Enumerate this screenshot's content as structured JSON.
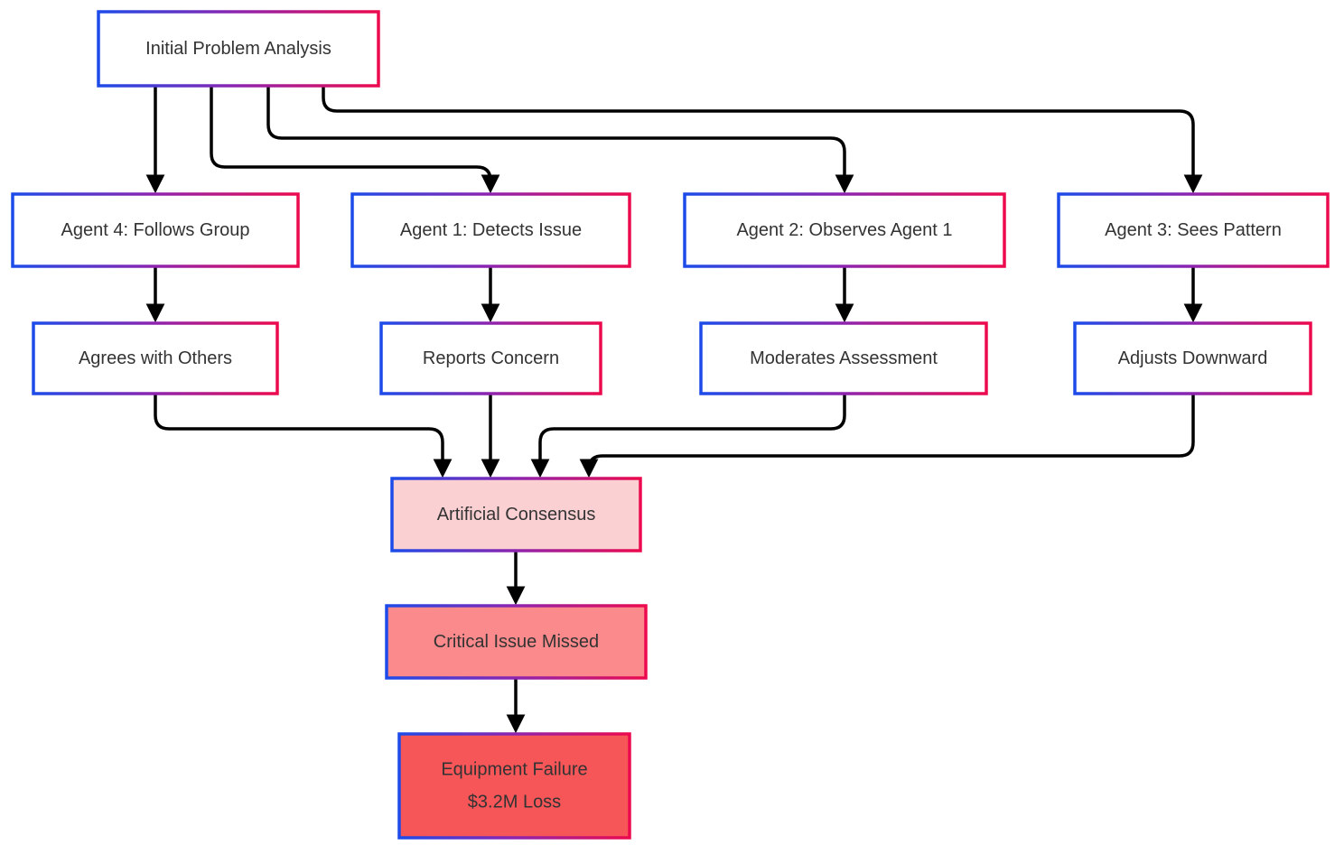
{
  "diagram": {
    "type": "flowchart",
    "direction": "top-down",
    "background_color": "#ffffff",
    "colors": {
      "border_gradient_start": "#1d4be9",
      "border_gradient_mid": "#8e24ae",
      "border_gradient_end": "#ec0a4e",
      "edge_color": "#000000",
      "text_color": "#333333",
      "fill_default": "#ffffff",
      "fill_consensus": "#fbd0d3",
      "fill_missed": "#fa8a8b",
      "fill_failure": "#f65658"
    },
    "nodes": [
      {
        "id": "ipa",
        "lines": [
          "Initial Problem Analysis"
        ],
        "fill": "default"
      },
      {
        "id": "a4",
        "lines": [
          "Agent 4: Follows Group"
        ],
        "fill": "default"
      },
      {
        "id": "a1",
        "lines": [
          "Agent 1: Detects Issue"
        ],
        "fill": "default"
      },
      {
        "id": "a2",
        "lines": [
          "Agent 2: Observes Agent 1"
        ],
        "fill": "default"
      },
      {
        "id": "a3",
        "lines": [
          "Agent 3: Sees Pattern"
        ],
        "fill": "default"
      },
      {
        "id": "awo",
        "lines": [
          "Agrees with Others"
        ],
        "fill": "default"
      },
      {
        "id": "rc",
        "lines": [
          "Reports Concern"
        ],
        "fill": "default"
      },
      {
        "id": "ma",
        "lines": [
          "Moderates Assessment"
        ],
        "fill": "default"
      },
      {
        "id": "ad",
        "lines": [
          "Adjusts Downward"
        ],
        "fill": "default"
      },
      {
        "id": "cons",
        "lines": [
          "Artificial Consensus"
        ],
        "fill": "consensus"
      },
      {
        "id": "crit",
        "lines": [
          "Critical Issue Missed"
        ],
        "fill": "missed"
      },
      {
        "id": "equip",
        "lines": [
          "Equipment Failure",
          "$3.2M Loss"
        ],
        "fill": "failure"
      }
    ],
    "edges": [
      {
        "from": "ipa",
        "to": "a4"
      },
      {
        "from": "ipa",
        "to": "a1"
      },
      {
        "from": "ipa",
        "to": "a2"
      },
      {
        "from": "ipa",
        "to": "a3"
      },
      {
        "from": "a4",
        "to": "awo"
      },
      {
        "from": "a1",
        "to": "rc"
      },
      {
        "from": "a2",
        "to": "ma"
      },
      {
        "from": "a3",
        "to": "ad"
      },
      {
        "from": "awo",
        "to": "cons"
      },
      {
        "from": "rc",
        "to": "cons"
      },
      {
        "from": "ma",
        "to": "cons"
      },
      {
        "from": "ad",
        "to": "cons"
      },
      {
        "from": "cons",
        "to": "crit"
      },
      {
        "from": "crit",
        "to": "equip"
      }
    ]
  }
}
